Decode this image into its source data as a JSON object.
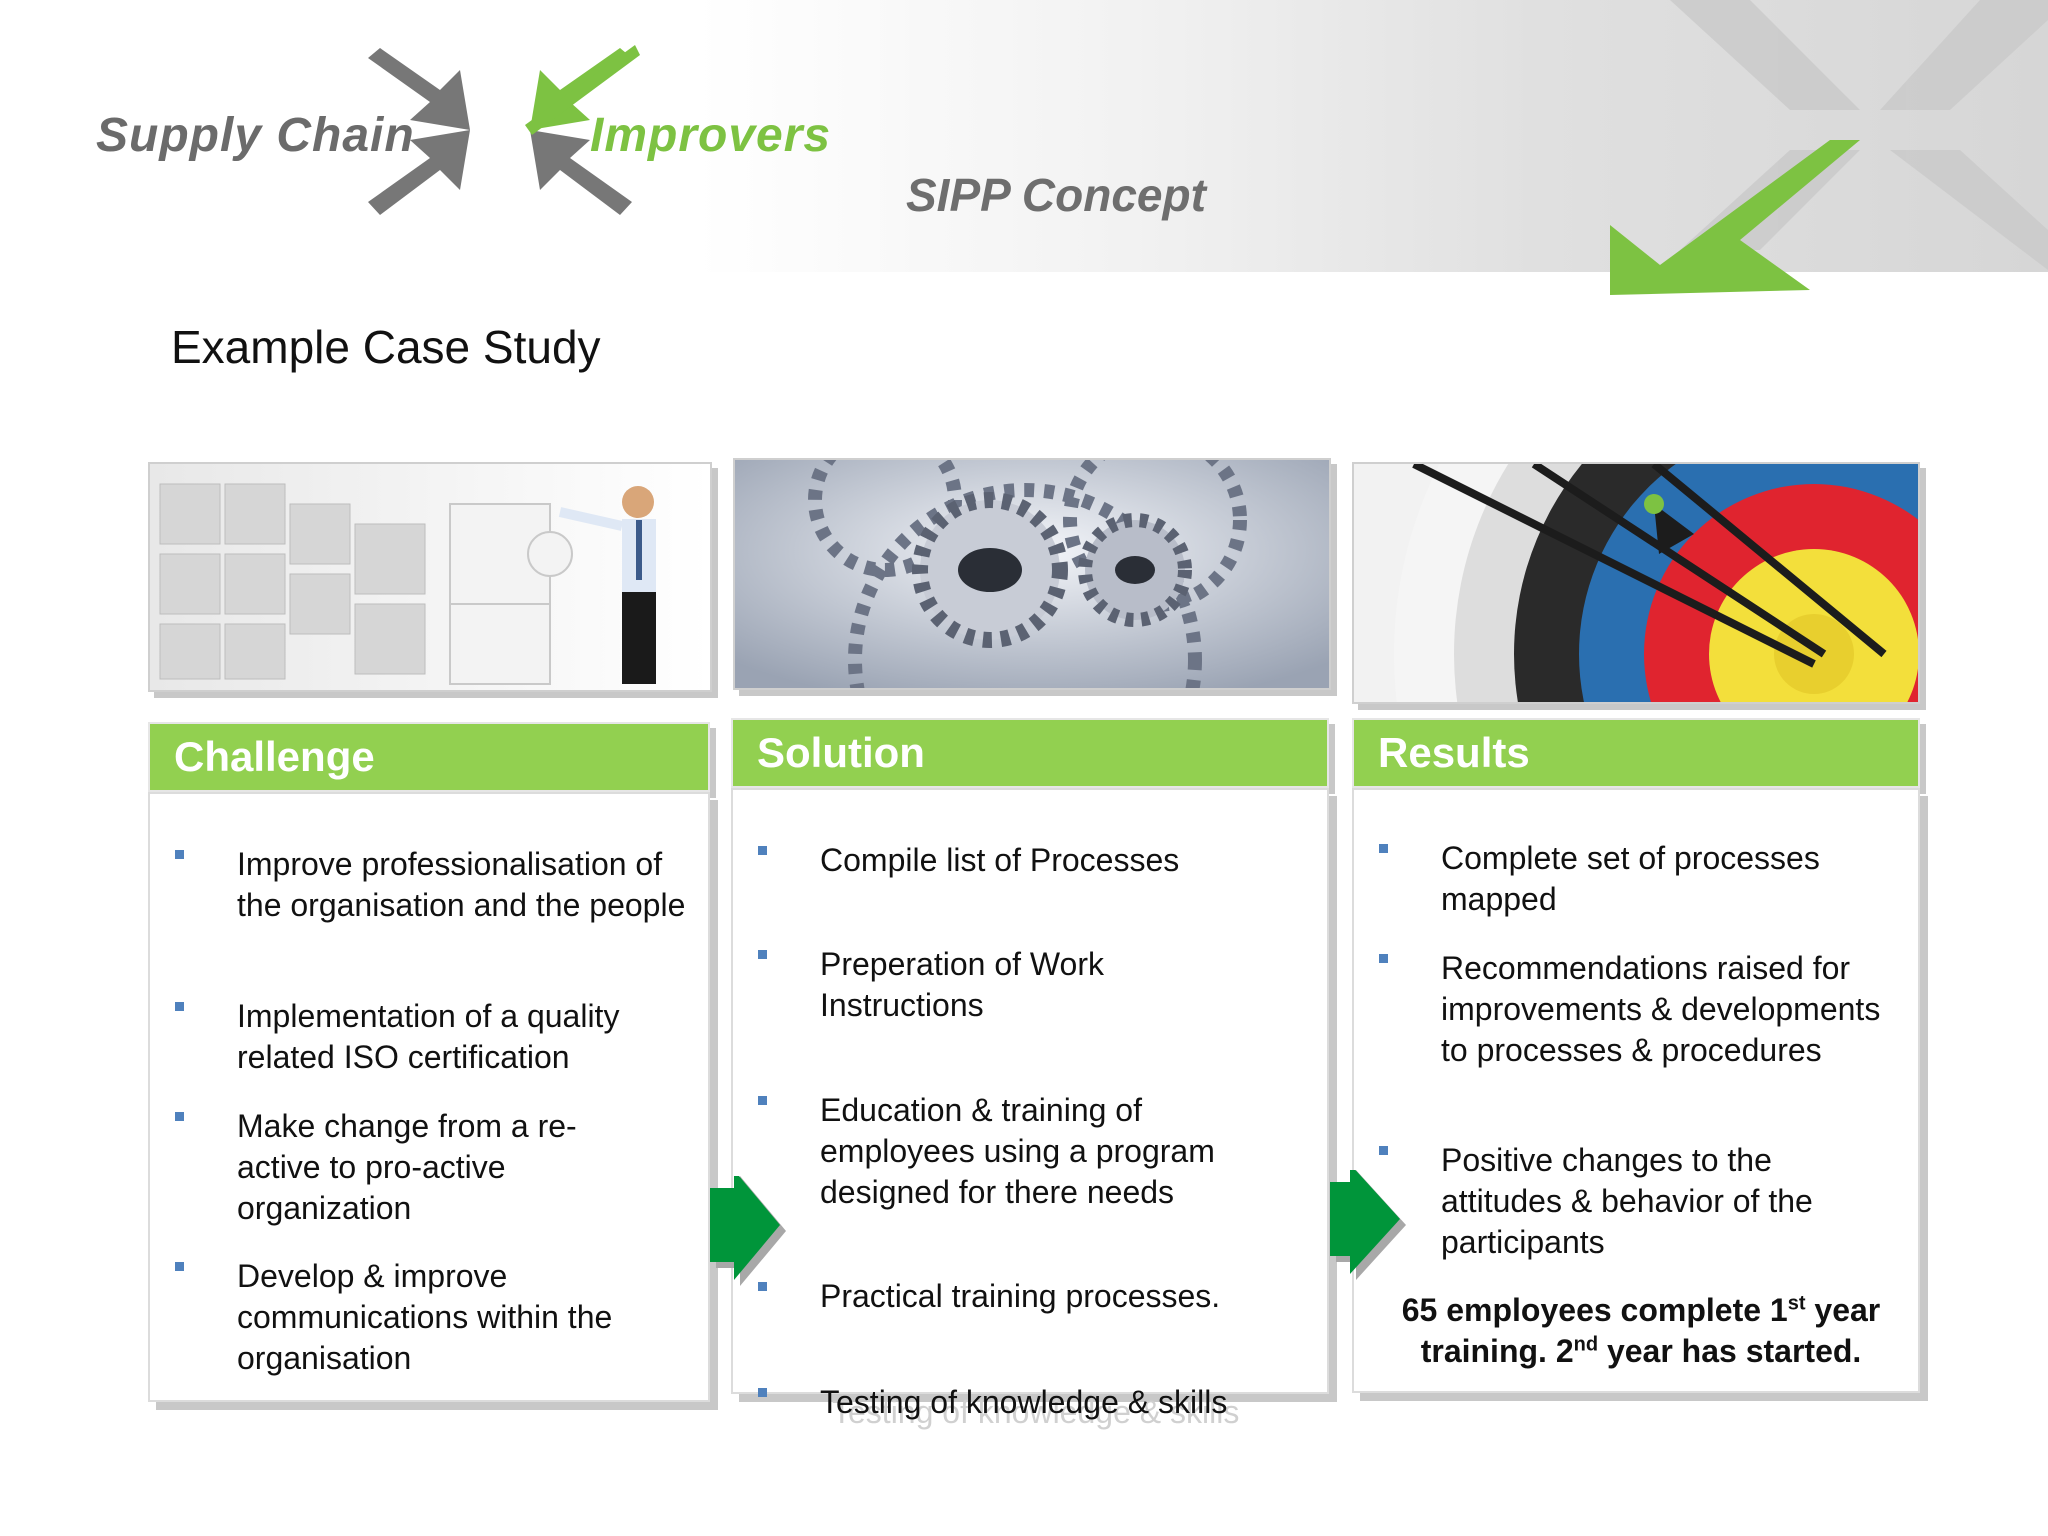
{
  "header": {
    "logo_word_1": "Supply Chain",
    "logo_word_2": "Improvers",
    "subtitle": "SIPP Concept"
  },
  "page": {
    "title": "Example Case Study"
  },
  "columns": [
    {
      "heading": "Challenge",
      "items": [
        "Improve professionalisation of the organisation and the people",
        "Implementation of a quality related  ISO certification",
        "Make change from a re-active to pro-active organization",
        "Develop & improve communications within the organisation"
      ]
    },
    {
      "heading": "Solution",
      "items": [
        "Compile list  of Processes",
        "Preperation of Work Instructions",
        "Education & training of employees using a program designed for there needs",
        "Practical training processes.",
        "Testing of knowledge & skills"
      ]
    },
    {
      "heading": "Results",
      "items": [
        "Complete set of processes mapped",
        "Recommendations raised for improvements & developments to processes & procedures",
        "Positive changes to the attitudes &  behavior of the participants"
      ],
      "note": {
        "part1": "65 employees complete 1",
        "sup1": "st",
        "part2": " year training. 2",
        "sup2": "nd",
        "part3": " year has started."
      }
    }
  ],
  "colors": {
    "green_header": "#92d050",
    "arrow_green": "#00953a",
    "bullet_blue": "#4f81bd",
    "logo_green": "#7dc242",
    "logo_gray": "#6b6b6b"
  }
}
